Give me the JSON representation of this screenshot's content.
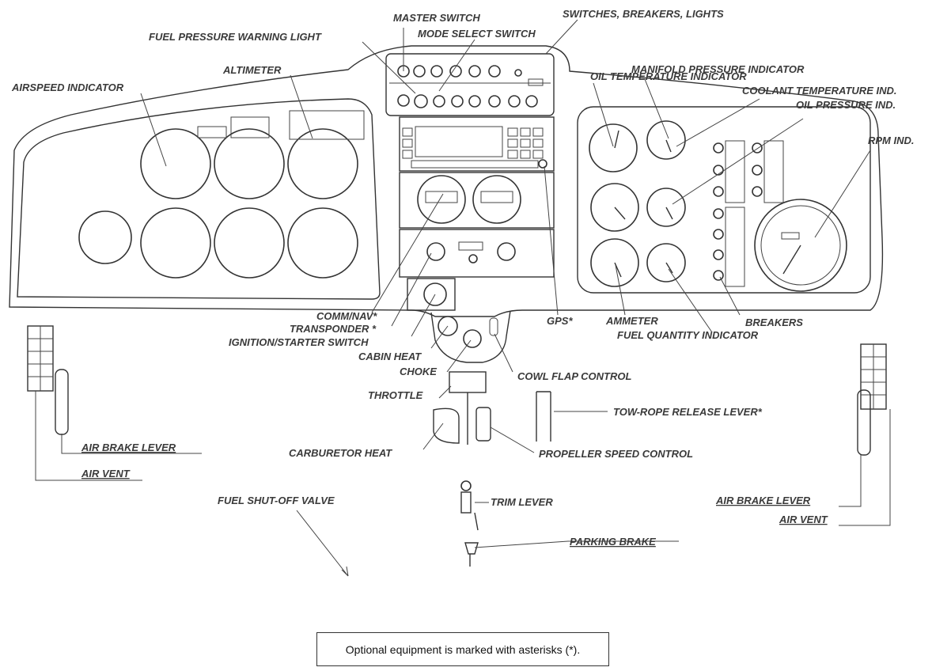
{
  "labels": {
    "master_switch": "MASTER SWITCH",
    "switches_breakers_lights": "SWITCHES, BREAKERS, LIGHTS",
    "fuel_pressure_warning_light": "FUEL PRESSURE WARNING LIGHT",
    "mode_select_switch": "MODE SELECT SWITCH",
    "oil_temperature_indicator": "OIL TEMPERATURE INDICATOR",
    "manifold_pressure_indicator": "MANIFOLD PRESSURE INDICATOR",
    "altimeter": "ALTIMETER",
    "airspeed_indicator": "AIRSPEED INDICATOR",
    "coolant_temperature_ind": "COOLANT TEMPERATURE IND.",
    "oil_pressure_ind": "OIL PRESSURE IND.",
    "rpm_ind": "RPM IND.",
    "comm_nav": "COMM/NAV*",
    "transponder": "TRANSPONDER *",
    "ignition_starter_switch": "IGNITION/STARTER SWITCH",
    "cabin_heat": "CABIN HEAT",
    "choke": "CHOKE",
    "gps": "GPS*",
    "ammeter": "AMMETER",
    "fuel_quantity_indicator": "FUEL QUANTITY INDICATOR",
    "breakers": "BREAKERS",
    "cowl_flap_control": "COWL FLAP CONTROL",
    "throttle": "THROTTLE",
    "tow_rope_release_lever": "TOW-ROPE RELEASE LEVER*",
    "carburetor_heat": "CARBURETOR HEAT",
    "propeller_speed_control": "PROPELLER SPEED CONTROL",
    "air_brake_lever_left": "AIR BRAKE LEVER",
    "air_vent_left": "AIR VENT",
    "fuel_shut_off_valve": "FUEL SHUT-OFF VALVE",
    "trim_lever": "TRIM LEVER",
    "parking_brake": "PARKING BRAKE",
    "air_brake_lever_right": "AIR BRAKE LEVER",
    "air_vent_right": "AIR VENT"
  },
  "note": "Optional equipment is marked with asterisks (*)."
}
